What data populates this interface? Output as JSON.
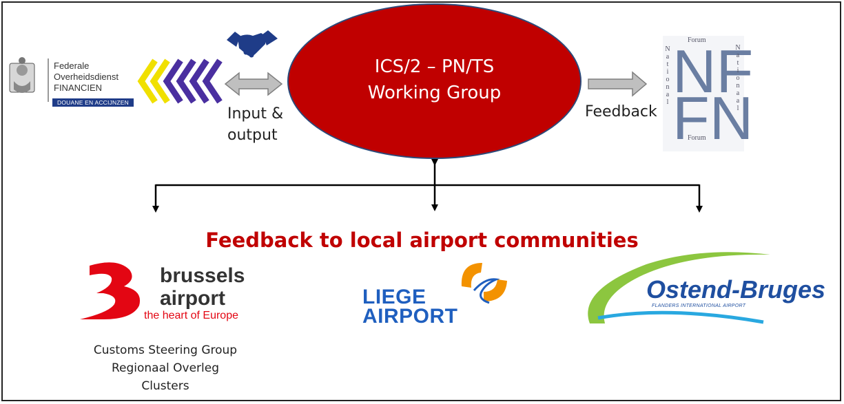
{
  "center": {
    "line1": "ICS/2 – PN/TS",
    "line2": "Working Group"
  },
  "labels": {
    "input_output_line1": "Input &",
    "input_output_line2": "output",
    "feedback": "Feedback",
    "feedback_heading": "Feedback to local airport communities"
  },
  "customs_list": [
    "Customs Steering Group",
    "Regionaal Overleg",
    "Clusters"
  ],
  "logos": {
    "federale": {
      "line1": "Federale",
      "line2": "Overheidsdienst",
      "line3": "FINANCIEN",
      "bar": "DOUANE EN ACCIJNZEN"
    },
    "brussels": {
      "line1": "brussels",
      "line2": "airport",
      "tagline": "the heart of Europe"
    },
    "liege": {
      "line1": "LIEGE",
      "line2": "AIRPORT"
    },
    "ostend": {
      "name": "Ostend-Bruges",
      "subtitle": "FLANDERS INTERNATIONAL AIRPORT"
    },
    "nffn": {
      "forum_top": "Forum",
      "forum_bottom": "Forum",
      "letters_top": "NF",
      "letters_bottom": "FN",
      "vertical_left": "National",
      "vertical_right": "Nationaal"
    }
  },
  "colors": {
    "ellipse_fill": "#c00000",
    "heading": "#c00000",
    "arrow_fill": "#bfbfbf"
  }
}
